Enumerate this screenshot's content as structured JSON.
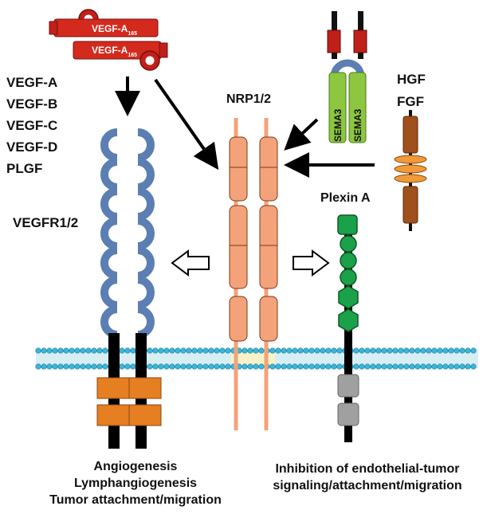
{
  "vegf_ligands": {
    "top_label": "VEGF-A",
    "top_subscript": "165",
    "bottom_label": "VEGF-A",
    "bottom_subscript": "165"
  },
  "ligand_list": [
    "VEGF-A",
    "VEGF-B",
    "VEGF-C",
    "VEGF-D",
    "PLGF"
  ],
  "receptors": {
    "vegfr": "VEGFR1/2",
    "nrp": "NRP1/2",
    "plexin": "Plexin A"
  },
  "sema3": {
    "left": "SEMA3",
    "right": "SEMA3"
  },
  "growth_factors": [
    "HGF",
    "FGF"
  ],
  "outcomes": {
    "left": [
      "Angiogenesis",
      "Lymphangiogenesis",
      "Tumor attachment/migration"
    ],
    "right": [
      "Inhibition of endothelial-tumor",
      "signaling/attachment/migration"
    ]
  },
  "colors": {
    "vegf_red": "#d42a1e",
    "vegfr_blue": "#5b7fb3",
    "nrp_salmon": "#f4a27a",
    "plexin_green": "#1aa14a",
    "sema_green": "#8dc63f",
    "membrane_cyan": "#3cb6d8",
    "kinase_orange": "#e67e22",
    "gray_domain": "#a0a0a0",
    "growth_factor_brown": "#a0501c"
  }
}
